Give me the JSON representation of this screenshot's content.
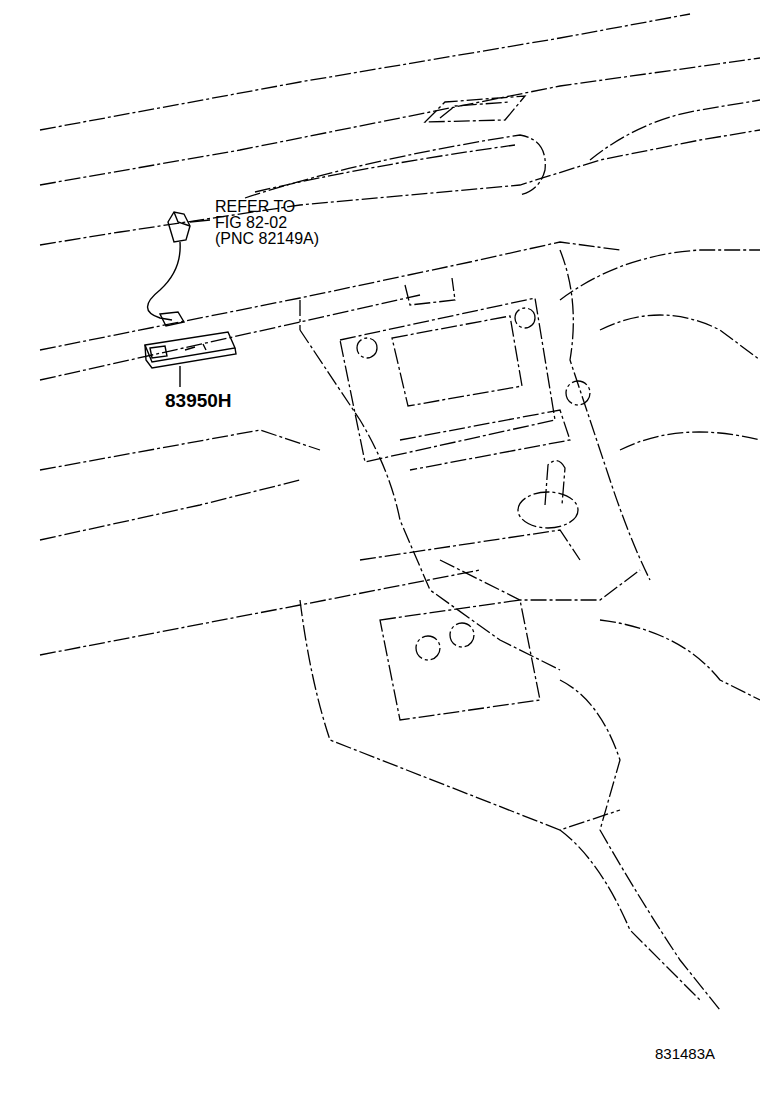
{
  "diagram": {
    "labels": [
      "REFER TO FIG 82-02 (PNC 82149A)",
      "83950H",
      "831483A"
    ]
  }
}
